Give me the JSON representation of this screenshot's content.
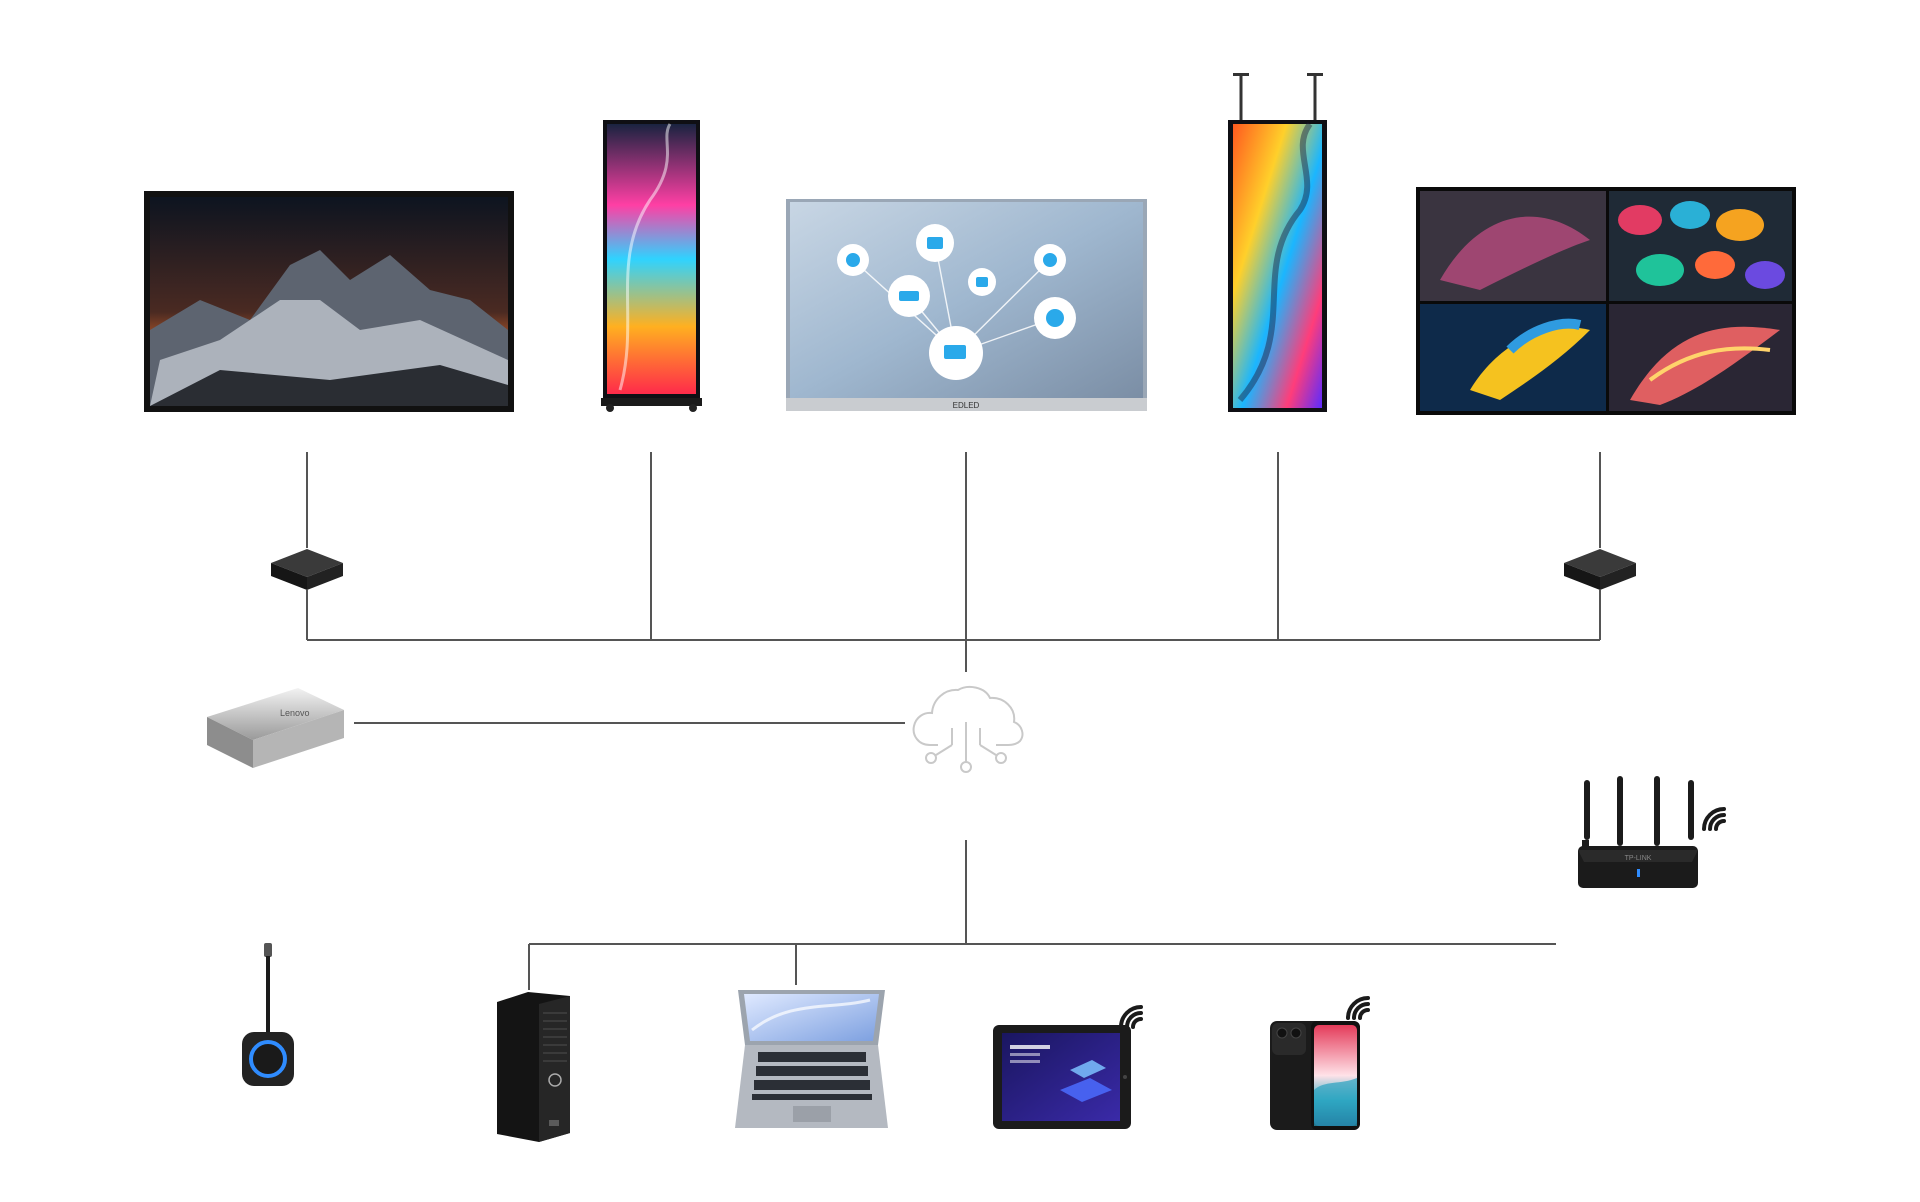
{
  "diagram": {
    "labels": {
      "display_outdoor": "",
      "display_poster": "",
      "display_touch": "",
      "display_hanging": "",
      "display_videowall": "",
      "player_left": "",
      "player_right": "",
      "server": "",
      "cloud": "",
      "router": "",
      "wireless_screen": "",
      "pc": "",
      "laptop": "",
      "tablet": "",
      "phone": "",
      "wireless_devices": ""
    },
    "screen_brand": "EDLED",
    "server_brand": "Lenovo",
    "router_brand": "TP-LINK",
    "colors": {
      "line": "#555555",
      "label": "#ececec",
      "cloud_stroke": "#c9c9c9",
      "device_dark": "#1b1b1b",
      "accent_blue": "#2f8cff"
    }
  }
}
